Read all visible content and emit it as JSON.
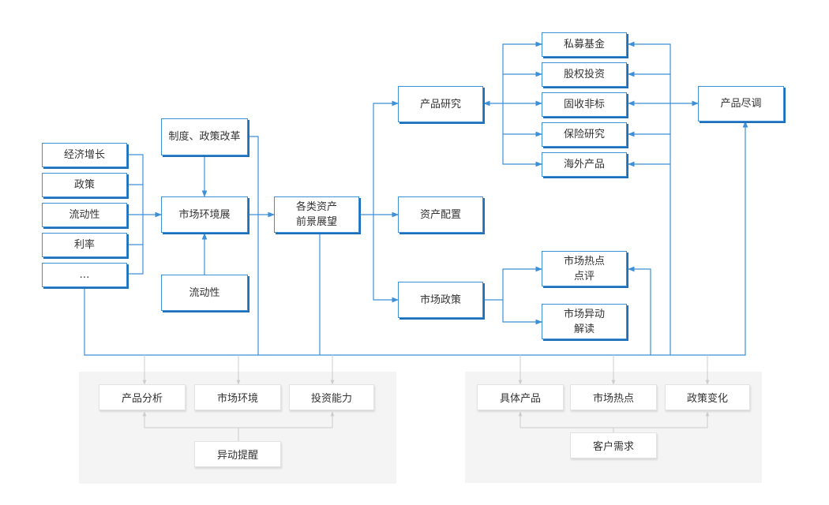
{
  "colors": {
    "line": "#3d8fd8",
    "gray_line": "#cccccc",
    "panel": "#f4f4f4",
    "shadow": "#1f6fb8"
  },
  "diagram": {
    "inputs": [
      "经济增长",
      "政策",
      "流动性",
      "利率",
      "…"
    ],
    "reform": "制度、政策改革",
    "market_env": "市场环境展",
    "liquidity": "流动性",
    "outlook": "各类资产\n前景展望",
    "product_research": "产品研究",
    "asset_allocation": "资产配置",
    "market_policy": "市场政策",
    "products": [
      "私募基金",
      "股权投资",
      "固收非标",
      "保险研究",
      "海外产品"
    ],
    "hot_review": "市场热点\n点评",
    "move_analysis": "市场异动\n解读",
    "due_diligence": "产品尽调"
  },
  "left_panel": {
    "items": [
      "产品分析",
      "市场环境",
      "投资能力"
    ],
    "bottom": "异动提醒"
  },
  "right_panel": {
    "items": [
      "具体产品",
      "市场热点",
      "政策变化"
    ],
    "bottom": "客户需求"
  }
}
